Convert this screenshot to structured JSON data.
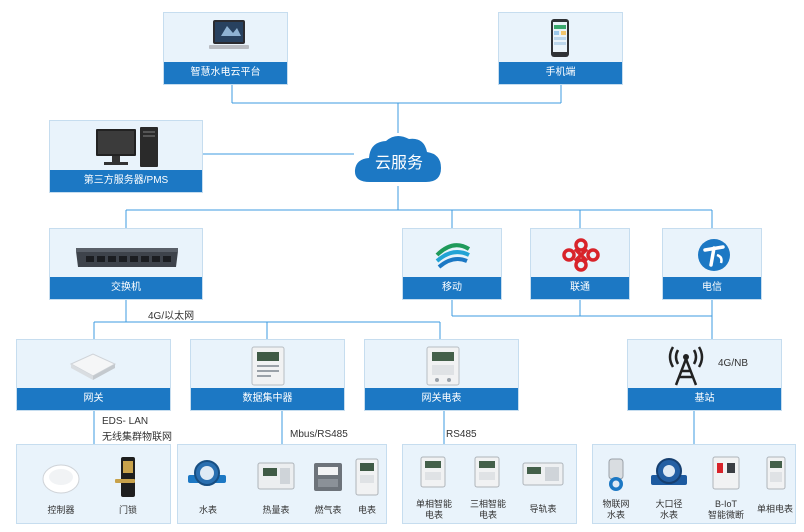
{
  "top": {
    "platform": "智慧水电云平台",
    "mobile": "手机端"
  },
  "cloud": "云服务",
  "third_party": "第三方服务器/PMS",
  "switch": "交换机",
  "carriers": {
    "mobile": "移动",
    "unicom": "联通",
    "telecom": "电信"
  },
  "link_labels": {
    "eth": "4G/以太网",
    "eds": "EDS- LAN",
    "wireless": "无线集群物联网",
    "mbus": "Mbus/RS485",
    "rs485": "RS485",
    "nb": "4G/NB"
  },
  "mid": {
    "gateway": "网关",
    "collector": "数据集中器",
    "gw_meter": "网关电表",
    "base": "基站"
  },
  "leaves": {
    "controller": "控制器",
    "lock": "门锁",
    "water": "水表",
    "heat": "热量表",
    "gas": "燃气表",
    "elec": "电表",
    "single_l1": "单相智能",
    "single_l2": "电表",
    "three_l1": "三相智能",
    "three_l2": "电表",
    "rail": "导轨表",
    "iot_l1": "物联网",
    "iot_l2": "水表",
    "big_l1": "大口径",
    "big_l2": "水表",
    "biot_l1": "B-IoT",
    "biot_l2": "智能微断",
    "single_phase": "单相电表"
  },
  "colors": {
    "primary": "#1c78c4",
    "card_bg": "#e9f3fb",
    "line": "#3c9be0"
  }
}
